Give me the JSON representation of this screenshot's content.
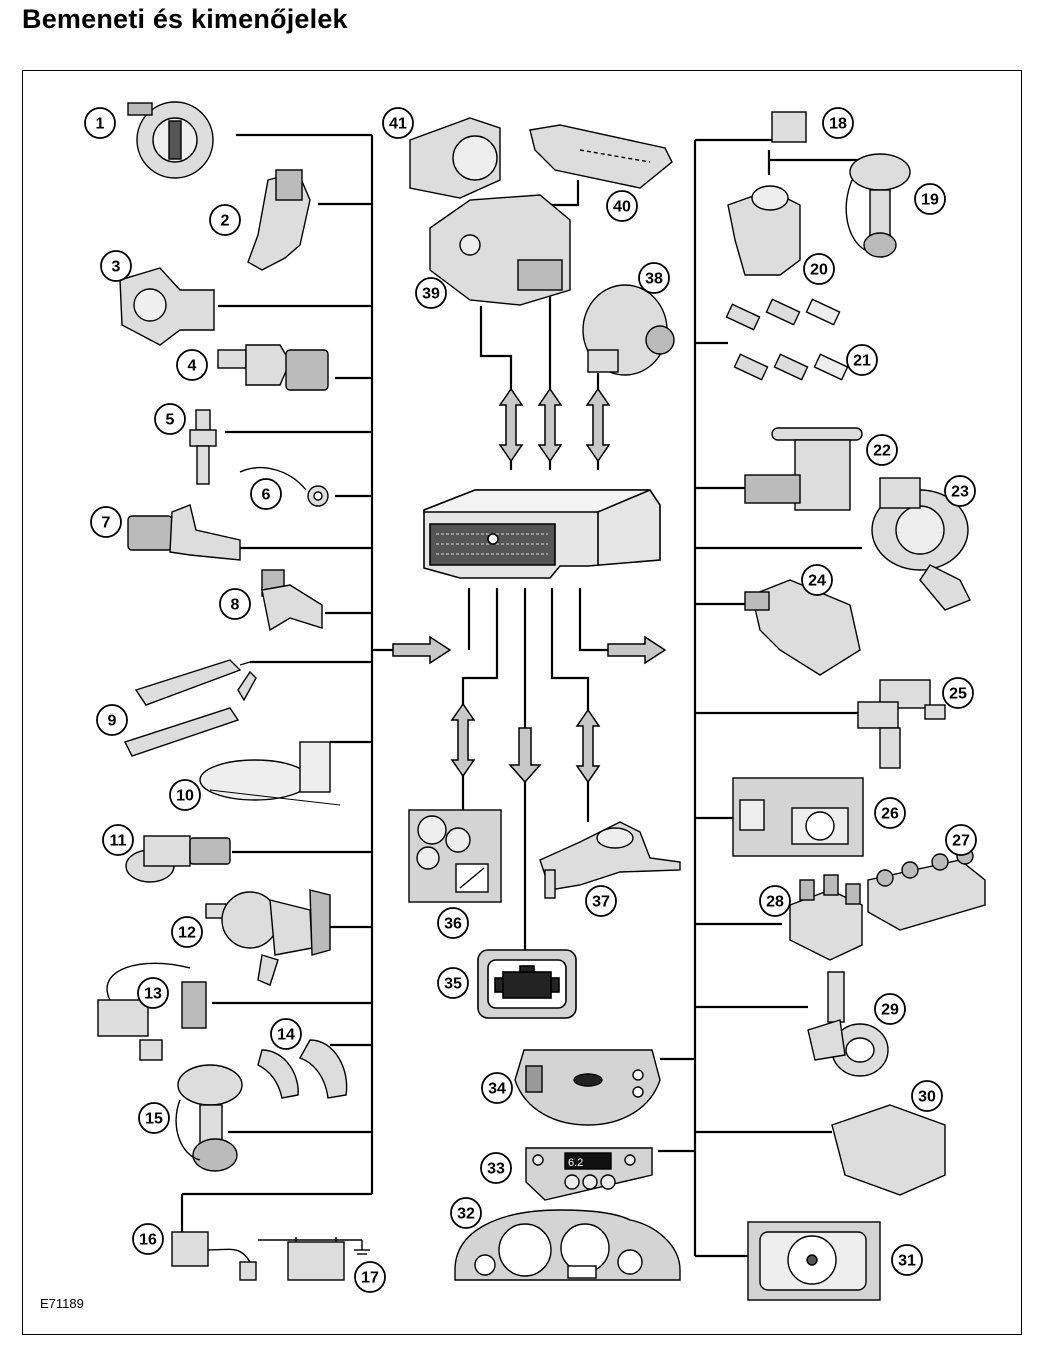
{
  "title": "Bemeneti és kimenőjelek",
  "figure_id": "E71189",
  "components": {
    "c1": "1",
    "c2": "2",
    "c3": "3",
    "c4": "4",
    "c5": "5",
    "c6": "6",
    "c7": "7",
    "c8": "8",
    "c9": "9",
    "c10": "10",
    "c11": "11",
    "c12": "12",
    "c13": "13",
    "c14": "14",
    "c15": "15",
    "c16": "16",
    "c17": "17",
    "c18": "18",
    "c19": "19",
    "c20": "20",
    "c21": "21",
    "c22": "22",
    "c23": "23",
    "c24": "24",
    "c25": "25",
    "c26": "26",
    "c27": "27",
    "c28": "28",
    "c29": "29",
    "c30": "30",
    "c31": "31",
    "c32": "32",
    "c33": "33",
    "c34": "34",
    "c35": "35",
    "c36": "36",
    "c37": "37",
    "c38": "38",
    "c39": "39",
    "c40": "40",
    "c41": "41"
  },
  "display_33": "6.2"
}
